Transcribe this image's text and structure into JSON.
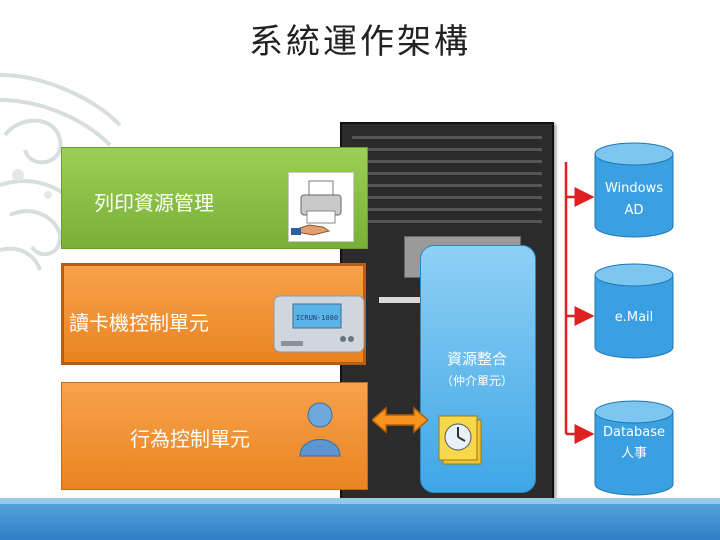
{
  "title": "系統運作架構",
  "modules": {
    "print": "列印資源管理",
    "card_reader": "讀卡機控制單元",
    "behavior": "行為控制單元"
  },
  "center": {
    "label": "資源整合",
    "sub": "（仲介單元）"
  },
  "databases": {
    "windows": [
      "Windows",
      "AD"
    ],
    "email": [
      "e.Mail"
    ],
    "data": [
      "Database",
      "人事"
    ]
  },
  "colors": {
    "green": "#8cc148",
    "orange": "#f08f30",
    "cylinder": "#3aa0e2",
    "connector": "#e02020",
    "tower": "#2b2b2b"
  }
}
